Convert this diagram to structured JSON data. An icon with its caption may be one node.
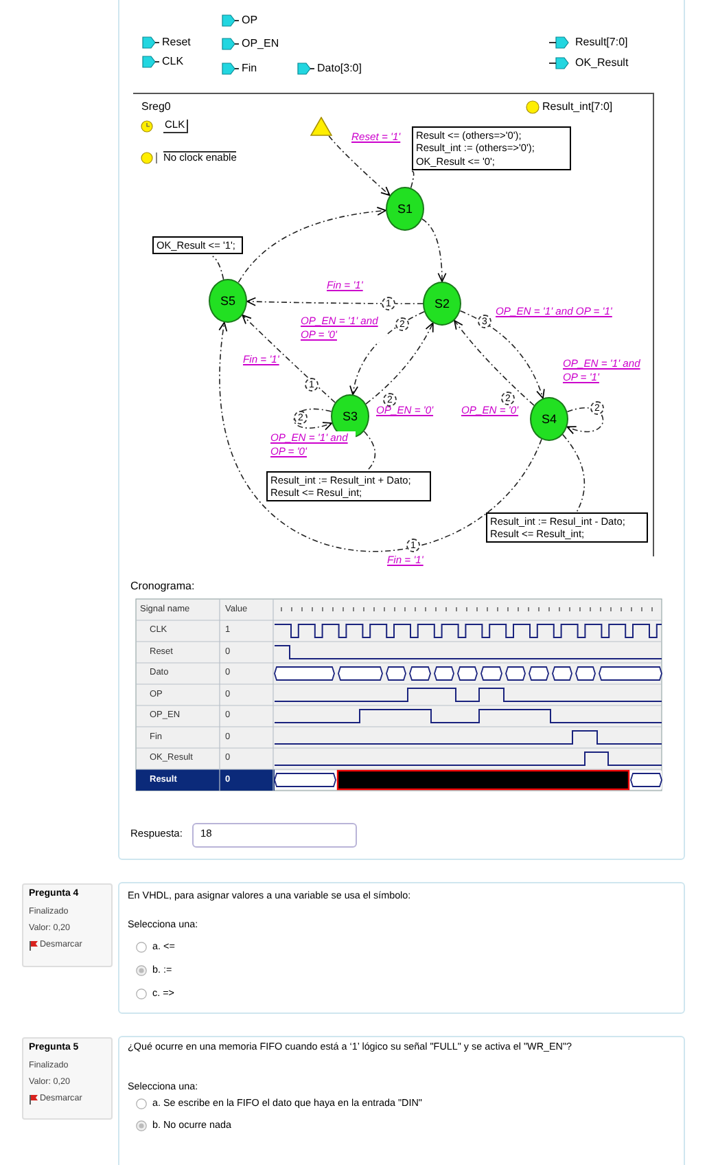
{
  "diagram": {
    "nodes": [
      {
        "text": [],
        "shape": "triangle"
      },
      {
        "text": [
          "S1"
        ]
      },
      {
        "text": [
          "S2"
        ]
      },
      {
        "text": [
          "S3"
        ]
      },
      {
        "text": [
          "S4"
        ]
      },
      {
        "text": [
          "S5"
        ]
      },
      {
        "text": [
          "Result <= (others=>'0'); Result_int := (others=>'0'); OK_Result <= '0';"
        ]
      },
      {
        "text": [
          "OK_Result <= '1';"
        ]
      },
      {
        "text": [
          "Result_int := Result_int + Dato; Result <= Resul_int;"
        ]
      },
      {
        "text": [
          "Result_int := Resul_int - Dato; Result <= Result_int;"
        ]
      }
    ],
    "edges": [
      {
        "from": 0,
        "to": 1,
        "arrow": "to",
        "label": "Reset = '1'"
      },
      {
        "from": 1,
        "to": 2,
        "arrow": "to"
      },
      {
        "from": 2,
        "to": 5,
        "arrow": "to",
        "label": "Fin = '1'"
      },
      {
        "from": 2,
        "to": 3,
        "arrow": "to",
        "label": "OP_EN = '1' and OP = '0'"
      },
      {
        "from": 2,
        "to": 4,
        "arrow": "to",
        "label": "OP_EN = '1' and OP = '1'"
      },
      {
        "from": 3,
        "to": 3,
        "arrow": "to",
        "label": "OP_EN = '1' and OP = '0'"
      },
      {
        "from": 3,
        "to": 2,
        "arrow": "to",
        "label": "OP_EN = '0'"
      },
      {
        "from": 4,
        "to": 2,
        "arrow": "to",
        "label": "OP_EN = '0'"
      },
      {
        "from": 4,
        "to": 4,
        "arrow": "to",
        "label": "OP_EN = '1' and OP = '1'"
      },
      {
        "from": 4,
        "to": 5,
        "arrow": "to",
        "label": "Fin = '1'"
      },
      {
        "from": 3,
        "to": 5,
        "arrow": "to",
        "label": "Fin = '1'"
      },
      {
        "from": 5,
        "to": 1,
        "arrow": "to"
      },
      {
        "from": 1,
        "to": 6,
        "arrow": "none"
      },
      {
        "from": 5,
        "to": 7,
        "arrow": "none"
      },
      {
        "from": 3,
        "to": 8,
        "arrow": "none"
      },
      {
        "from": 4,
        "to": 9,
        "arrow": "none"
      }
    ],
    "labels": [
      "Reset",
      "CLK",
      "OP",
      "OP_EN",
      "Fin",
      "Dato[3:0]",
      "Result[7:0]",
      "OK_Result",
      "Sreg0",
      "CLK",
      "No clock enable",
      "Result_int[7:0]",
      "1",
      "2",
      "3",
      "1",
      "2",
      "2",
      "2",
      "2",
      "1",
      "Cronograma:",
      "Signal name",
      "Value",
      "CLK",
      "1",
      "Reset",
      "0",
      "Dato",
      "0",
      "OP",
      "0",
      "OP_EN",
      "0",
      "Fin",
      "0",
      "OK_Result",
      "0",
      "Result",
      "0",
      "Respuesta:",
      "18",
      "Pregunta 4",
      "Finalizado",
      "Valor: 0,20",
      "Desmarcar",
      "En VHDL, para asignar valores a una variable se usa el símbolo:",
      "Selecciona una:",
      "a. <=",
      "b. :=",
      "c. =>",
      "Pregunta 5",
      "Finalizado",
      "Valor: 0,20",
      "Desmarcar",
      "¿Qué ocurre en una memoria FIFO cuando está a ‘1’ lógico su señal \"FULL\" y se activa el \"WR_EN\"?",
      "Selecciona una:",
      "a. Se escribe en la FIFO el dato que haya en la entrada \"DIN\"",
      "b. No ocurre nada"
    ]
  }
}
